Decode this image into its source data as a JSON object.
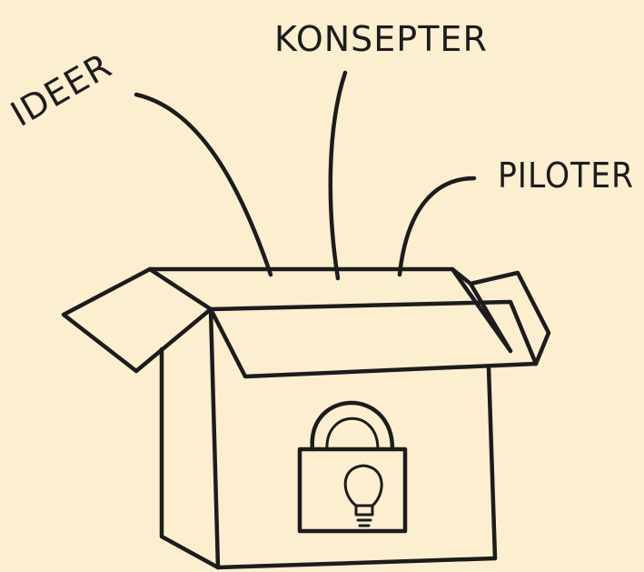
{
  "labels": {
    "ideas": "IDEER",
    "concepts": "KONSEPTER",
    "pilots": "PILOTER"
  },
  "colors": {
    "background": "#FBEFCF",
    "ink": "#1C1C1C"
  },
  "icons": [
    "box-icon",
    "padlock-icon",
    "lightbulb-icon"
  ]
}
